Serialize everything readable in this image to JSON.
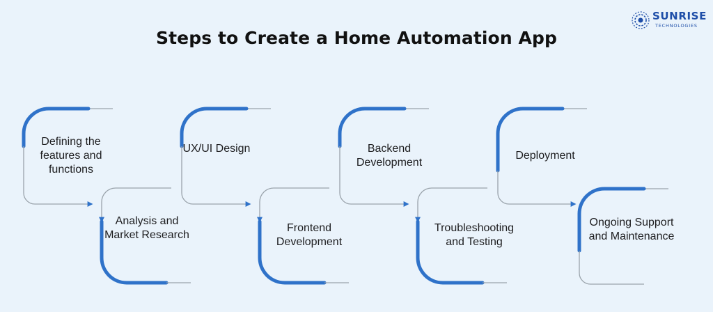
{
  "title": "Steps to Create a Home Automation App",
  "brand": {
    "name": "SUNRISE",
    "tagline": "TECHNOLOGIES",
    "color": "#1e4ea8"
  },
  "colors": {
    "accent": "#2f72c9",
    "connector": "#9aa3ab",
    "background": "#eaf3fb"
  },
  "steps": [
    {
      "label": "Defining the features and functions"
    },
    {
      "label": "Analysis and Market Research"
    },
    {
      "label": "UX/UI Design"
    },
    {
      "label": "Frontend Development"
    },
    {
      "label": "Backend Development"
    },
    {
      "label": "Troubleshooting and Testing"
    },
    {
      "label": "Deployment"
    },
    {
      "label": "Ongoing Support and Maintenance"
    }
  ]
}
